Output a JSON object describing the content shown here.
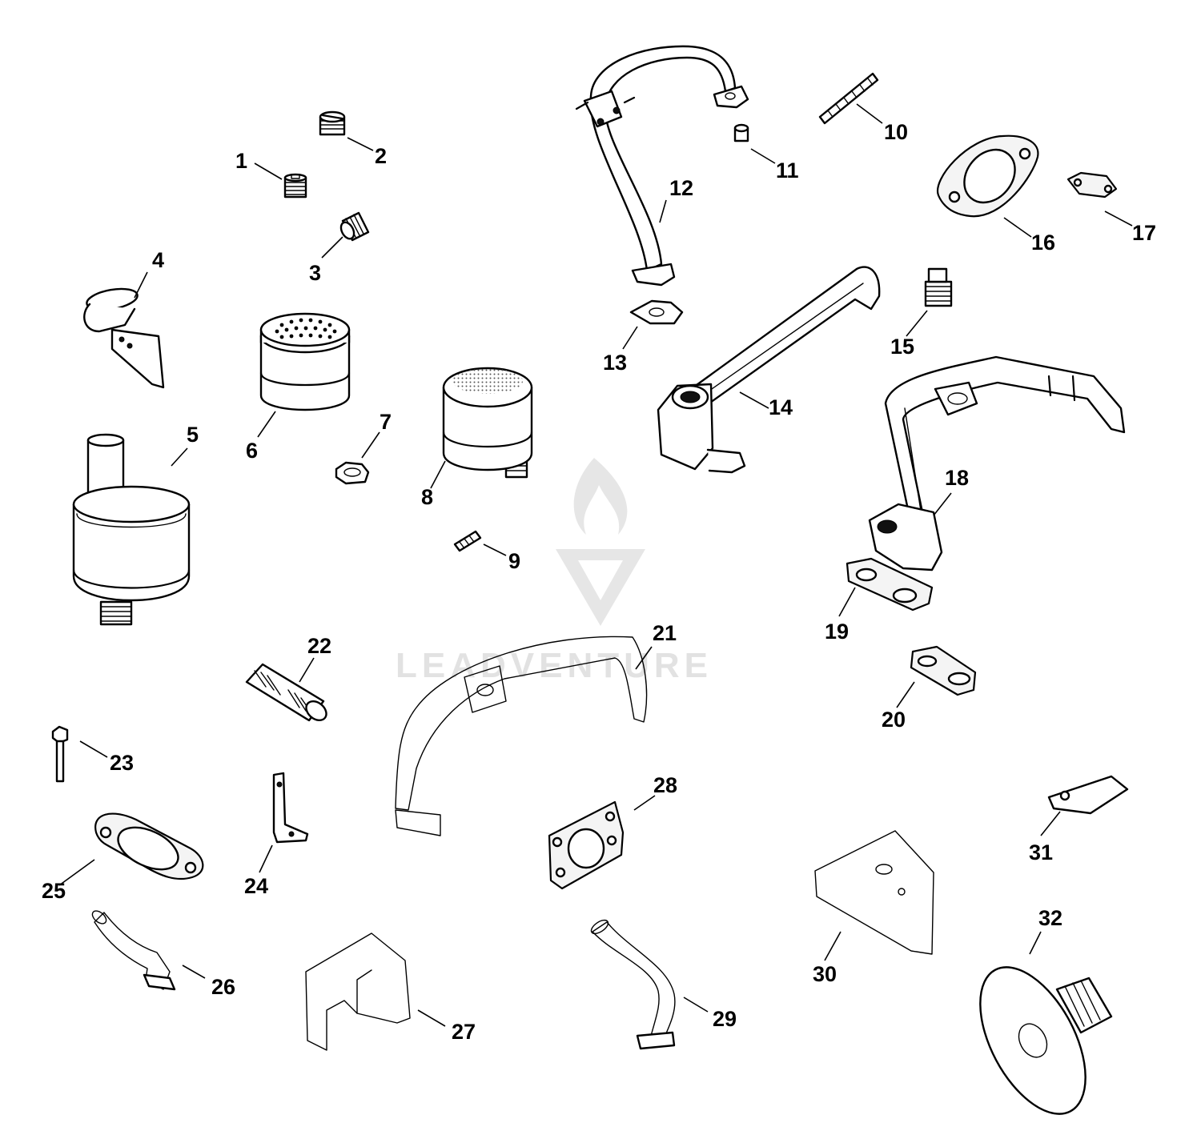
{
  "watermark": {
    "text": "LEADVENTURE"
  },
  "callouts": [
    {
      "id": 1,
      "label": "1"
    },
    {
      "id": 2,
      "label": "2"
    },
    {
      "id": 3,
      "label": "3"
    },
    {
      "id": 4,
      "label": "4"
    },
    {
      "id": 5,
      "label": "5"
    },
    {
      "id": 6,
      "label": "6"
    },
    {
      "id": 7,
      "label": "7"
    },
    {
      "id": 8,
      "label": "8"
    },
    {
      "id": 9,
      "label": "9"
    },
    {
      "id": 10,
      "label": "10"
    },
    {
      "id": 11,
      "label": "11"
    },
    {
      "id": 12,
      "label": "12"
    },
    {
      "id": 13,
      "label": "13"
    },
    {
      "id": 14,
      "label": "14"
    },
    {
      "id": 15,
      "label": "15"
    },
    {
      "id": 16,
      "label": "16"
    },
    {
      "id": 17,
      "label": "17"
    },
    {
      "id": 18,
      "label": "18"
    },
    {
      "id": 19,
      "label": "19"
    },
    {
      "id": 20,
      "label": "20"
    },
    {
      "id": 21,
      "label": "21"
    },
    {
      "id": 22,
      "label": "22"
    },
    {
      "id": 23,
      "label": "23"
    },
    {
      "id": 24,
      "label": "24"
    },
    {
      "id": 25,
      "label": "25"
    },
    {
      "id": 26,
      "label": "26"
    },
    {
      "id": 27,
      "label": "27"
    },
    {
      "id": 28,
      "label": "28"
    },
    {
      "id": 29,
      "label": "29"
    },
    {
      "id": 30,
      "label": "30"
    },
    {
      "id": 31,
      "label": "31"
    },
    {
      "id": 32,
      "label": "32"
    }
  ]
}
